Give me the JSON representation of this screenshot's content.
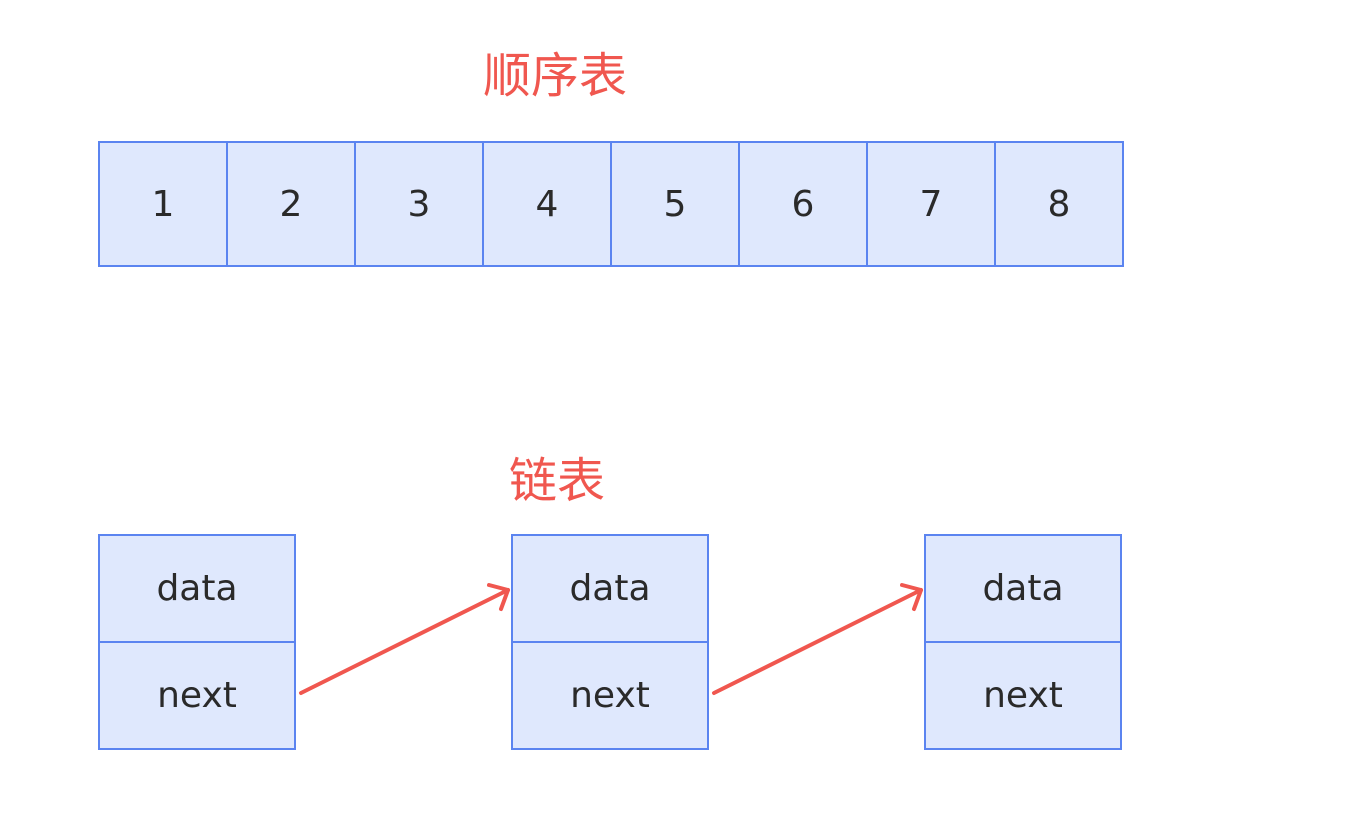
{
  "sequential": {
    "title": "顺序表",
    "items": [
      "1",
      "2",
      "3",
      "4",
      "5",
      "6",
      "7",
      "8"
    ]
  },
  "linked": {
    "title": "链表",
    "nodes": [
      {
        "data": "data",
        "next": "next"
      },
      {
        "data": "data",
        "next": "next"
      },
      {
        "data": "data",
        "next": "next"
      }
    ]
  },
  "colors": {
    "title": "#f0574f",
    "arrow": "#f0574f",
    "border": "#5b84f0",
    "fill": "#dfe8fd"
  }
}
